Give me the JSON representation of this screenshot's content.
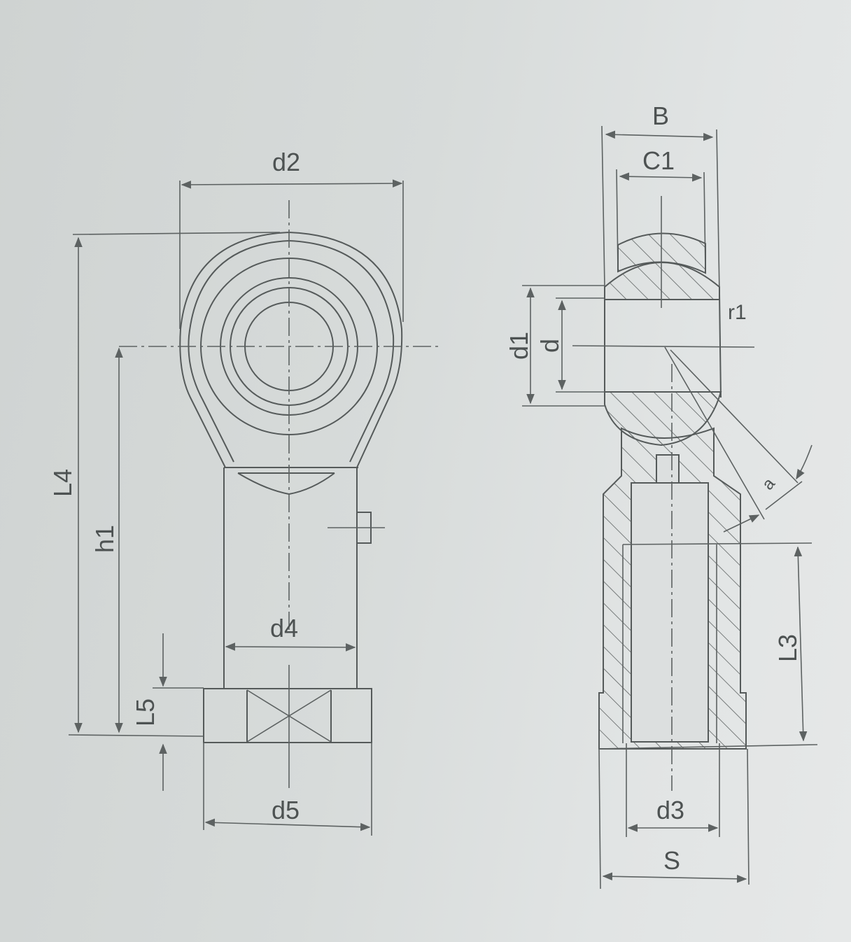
{
  "drawing": {
    "subject": "Rod end bearing (female thread) technical dimension drawing",
    "colors": {
      "paper": "#dcdfdf",
      "ink": "#555a5a"
    }
  },
  "front_view": {
    "labels": {
      "d2": "d2",
      "L4": "L4",
      "h1": "h1",
      "d4": "d4",
      "L5": "L5",
      "d5": "d5"
    }
  },
  "side_view": {
    "labels": {
      "B": "B",
      "C1": "C1",
      "r1": "r1",
      "d1": "d1",
      "d": "d",
      "a": "a",
      "L3": "L3",
      "d3": "d3",
      "S": "S"
    }
  }
}
